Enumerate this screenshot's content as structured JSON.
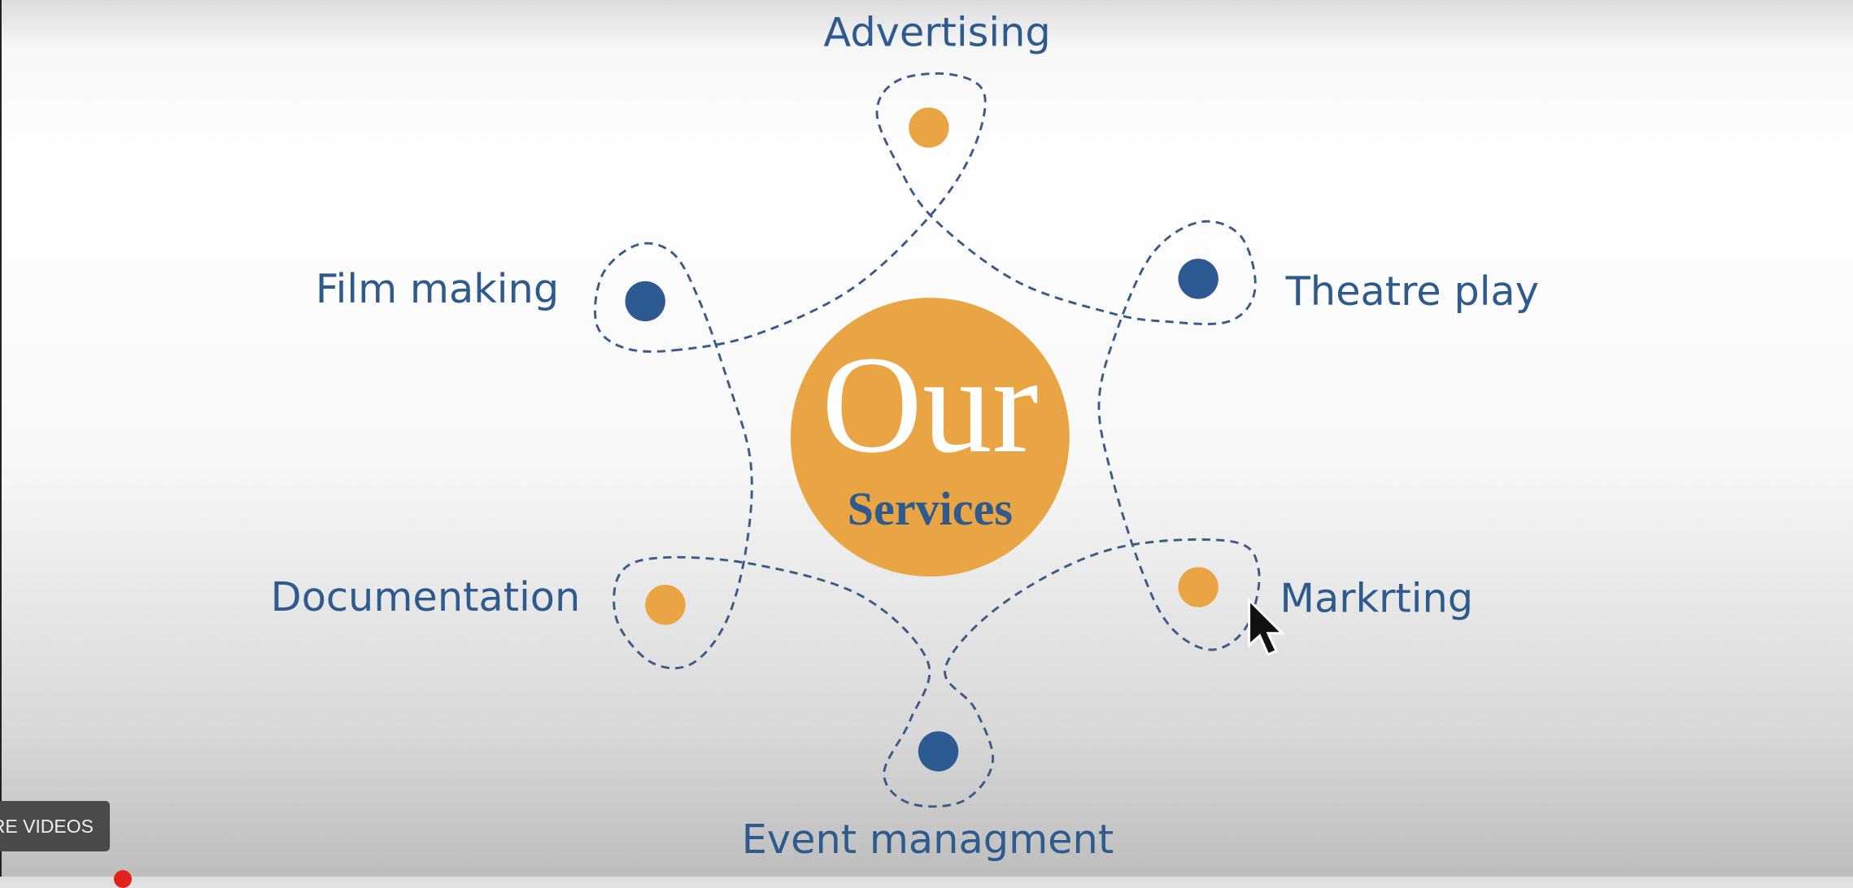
{
  "diagram": {
    "center": {
      "title": "Our",
      "subtitle": "Services"
    },
    "services": [
      {
        "label": "Advertising",
        "dot_color": "#E9A444"
      },
      {
        "label": "Film making",
        "dot_color": "#2E5A93"
      },
      {
        "label": "Theatre play",
        "dot_color": "#2E5A93"
      },
      {
        "label": "Documentation",
        "dot_color": "#E9A444"
      },
      {
        "label": "Markrting",
        "dot_color": "#E9A444"
      },
      {
        "label": "Event managment",
        "dot_color": "#2E5A93"
      }
    ],
    "colors": {
      "orange": "#E9A444",
      "blue": "#2E5A93",
      "text": "#2F5A8E"
    }
  },
  "overlay": {
    "more_videos": "RE VIDEOS"
  }
}
